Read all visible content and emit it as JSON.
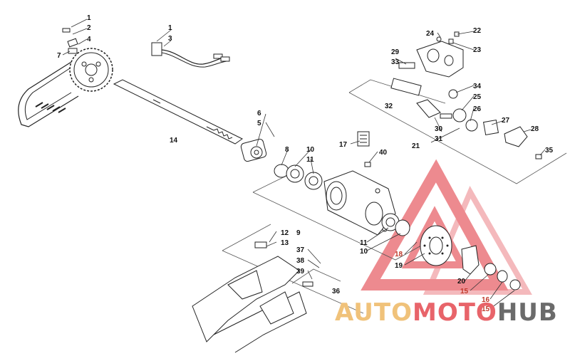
{
  "callouts": [
    {
      "id": "c1a",
      "text": "1"
    },
    {
      "id": "c2",
      "text": "2"
    },
    {
      "id": "c4",
      "text": "4"
    },
    {
      "id": "c7",
      "text": "7"
    },
    {
      "id": "c1b",
      "text": "1"
    },
    {
      "id": "c3",
      "text": "3"
    },
    {
      "id": "c24",
      "text": "24"
    },
    {
      "id": "c22",
      "text": "22"
    },
    {
      "id": "c23",
      "text": "23"
    },
    {
      "id": "c29",
      "text": "29"
    },
    {
      "id": "c33",
      "text": "33"
    },
    {
      "id": "c34",
      "text": "34"
    },
    {
      "id": "c25",
      "text": "25"
    },
    {
      "id": "c26",
      "text": "26"
    },
    {
      "id": "c32",
      "text": "32"
    },
    {
      "id": "c30",
      "text": "30"
    },
    {
      "id": "c27",
      "text": "27"
    },
    {
      "id": "c28",
      "text": "28"
    },
    {
      "id": "c31",
      "text": "31"
    },
    {
      "id": "c21",
      "text": "21"
    },
    {
      "id": "c35",
      "text": "35"
    },
    {
      "id": "c6",
      "text": "6"
    },
    {
      "id": "c5",
      "text": "5"
    },
    {
      "id": "c14",
      "text": "14"
    },
    {
      "id": "c17",
      "text": "17"
    },
    {
      "id": "c40",
      "text": "40"
    },
    {
      "id": "c8",
      "text": "8"
    },
    {
      "id": "c10a",
      "text": "10"
    },
    {
      "id": "c11a",
      "text": "11"
    },
    {
      "id": "c12",
      "text": "12"
    },
    {
      "id": "c13",
      "text": "13"
    },
    {
      "id": "c9",
      "text": "9"
    },
    {
      "id": "c11b",
      "text": "11"
    },
    {
      "id": "c10b",
      "text": "10"
    },
    {
      "id": "c37",
      "text": "37"
    },
    {
      "id": "c38",
      "text": "38"
    },
    {
      "id": "c39",
      "text": "39"
    },
    {
      "id": "c36",
      "text": "36"
    },
    {
      "id": "c18",
      "text": "18"
    },
    {
      "id": "c19",
      "text": "19"
    },
    {
      "id": "c20",
      "text": "20"
    },
    {
      "id": "c15a",
      "text": "15"
    },
    {
      "id": "c16",
      "text": "16"
    },
    {
      "id": "c15b",
      "text": "15"
    }
  ],
  "watermark": {
    "part1": "AUTO",
    "part2": "MOTO",
    "part3": "HUB",
    "color_auto": "#f0c27a",
    "color_moto": "#e8646a",
    "color_hub": "#6b6b6b",
    "triangle_color": "#e8646a"
  }
}
